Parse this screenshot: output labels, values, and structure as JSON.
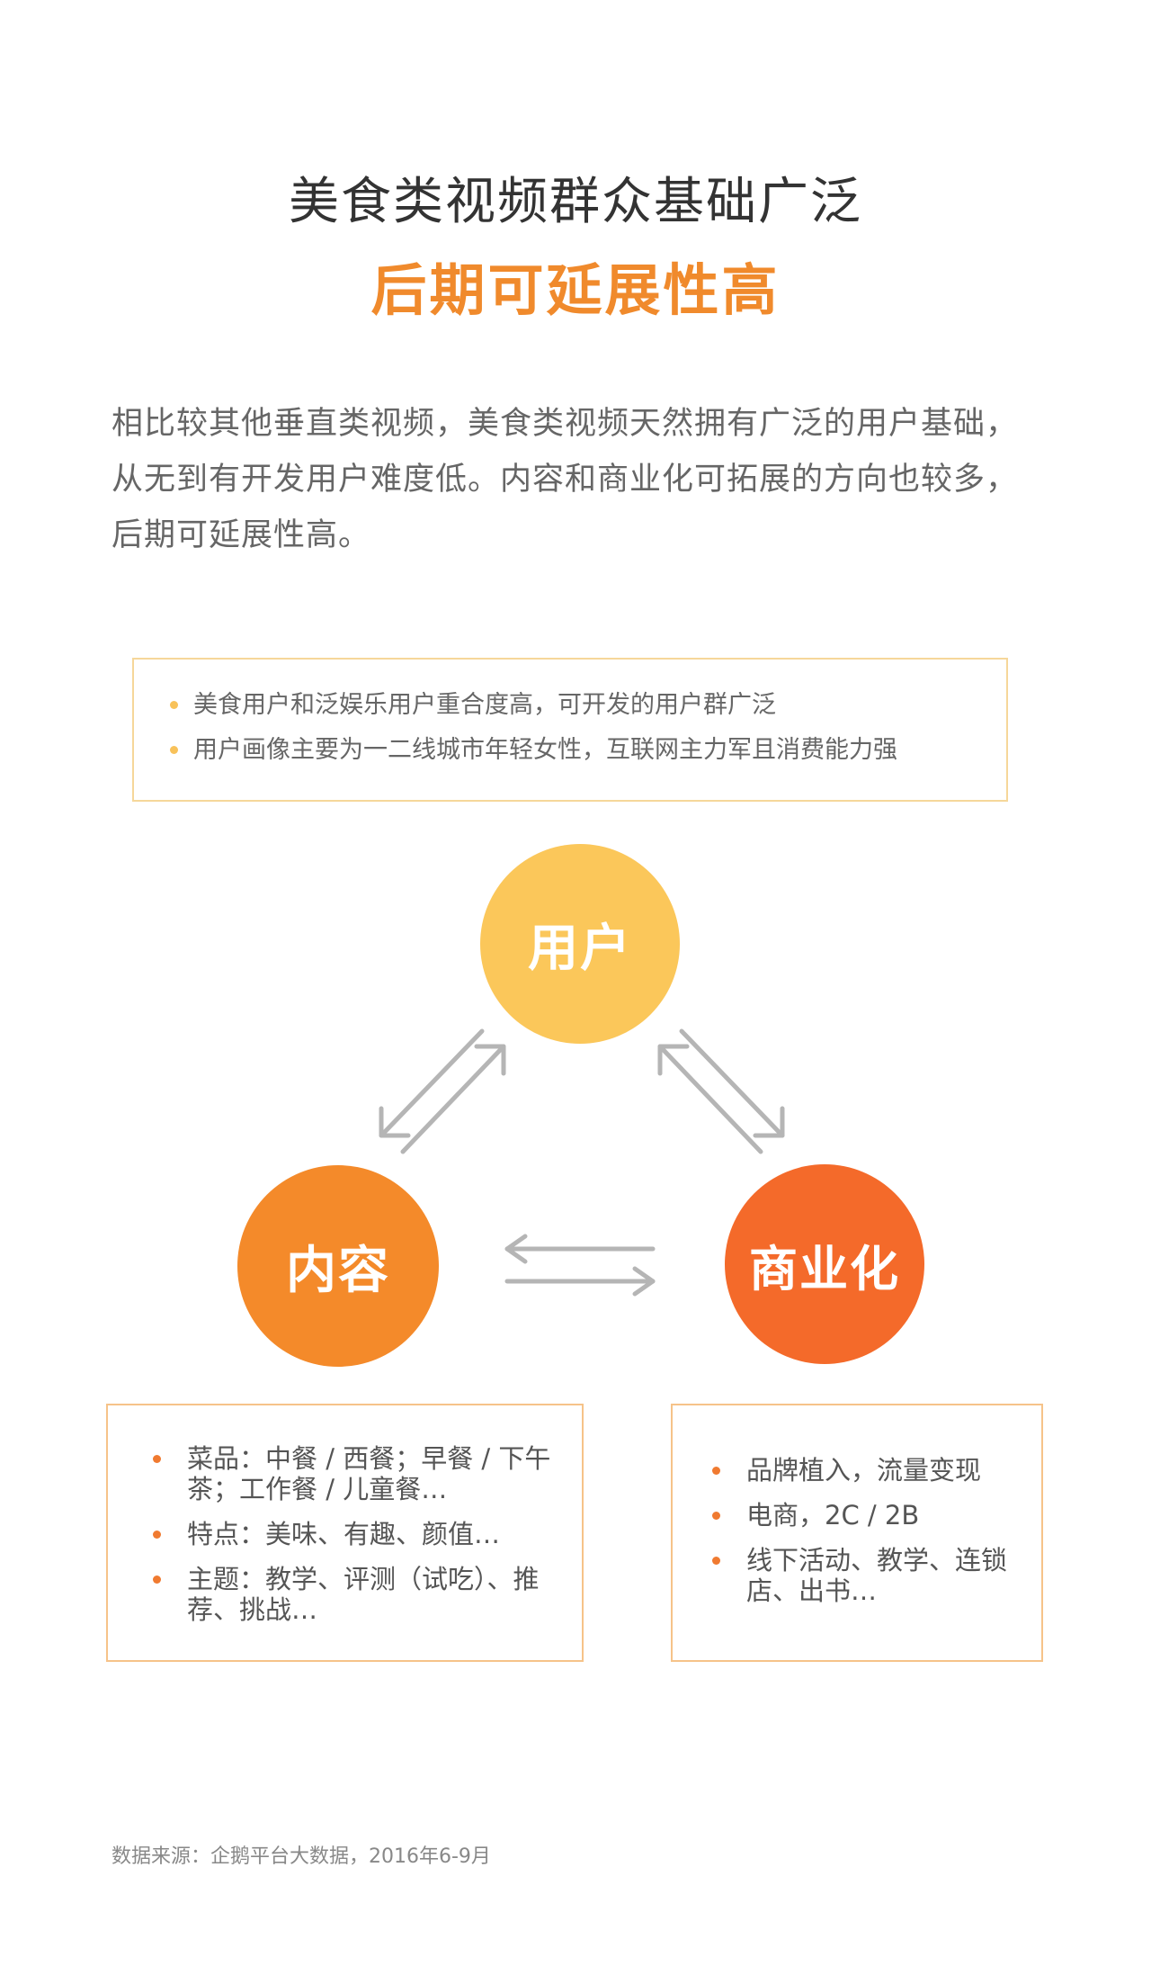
{
  "title": {
    "line1": "美食类视频群众基础广泛",
    "line2": "后期可延展性高"
  },
  "intro": "相比较其他垂直类视频，美食类视频天然拥有广泛的用户基础，从无到有开发用户难度低。内容和商业化可拓展的方向也较多，后期可延展性高。",
  "notes": [
    "美食用户和泛娱乐用户重合度高，可开发的用户群广泛",
    "用户画像主要为一二线城市年轻女性，互联网主力军且消费能力强"
  ],
  "nodes": {
    "user": "用户",
    "content": "内容",
    "commerce": "商业化"
  },
  "content_details": [
    "菜品：中餐 / 西餐；早餐 / 下午茶；工作餐 / 儿童餐…",
    "特点：美味、有趣、颜值…",
    "主题：教学、评测（试吃）、推荐、挑战…"
  ],
  "commerce_details": [
    "品牌植入，流量变现",
    "电商，2C / 2B",
    "线下活动、教学、连锁店、出书…"
  ],
  "source": "数据来源：企鹅平台大数据，2016年6-9月",
  "colors": {
    "accent_orange": "#f08a2c",
    "user_circle": "#fbc75a",
    "content_circle": "#f48a2a",
    "commerce_circle": "#f46a2a",
    "note_dot": "#f8c25a",
    "detail_dot": "#f07a30",
    "arrow": "#b5b5b5"
  }
}
